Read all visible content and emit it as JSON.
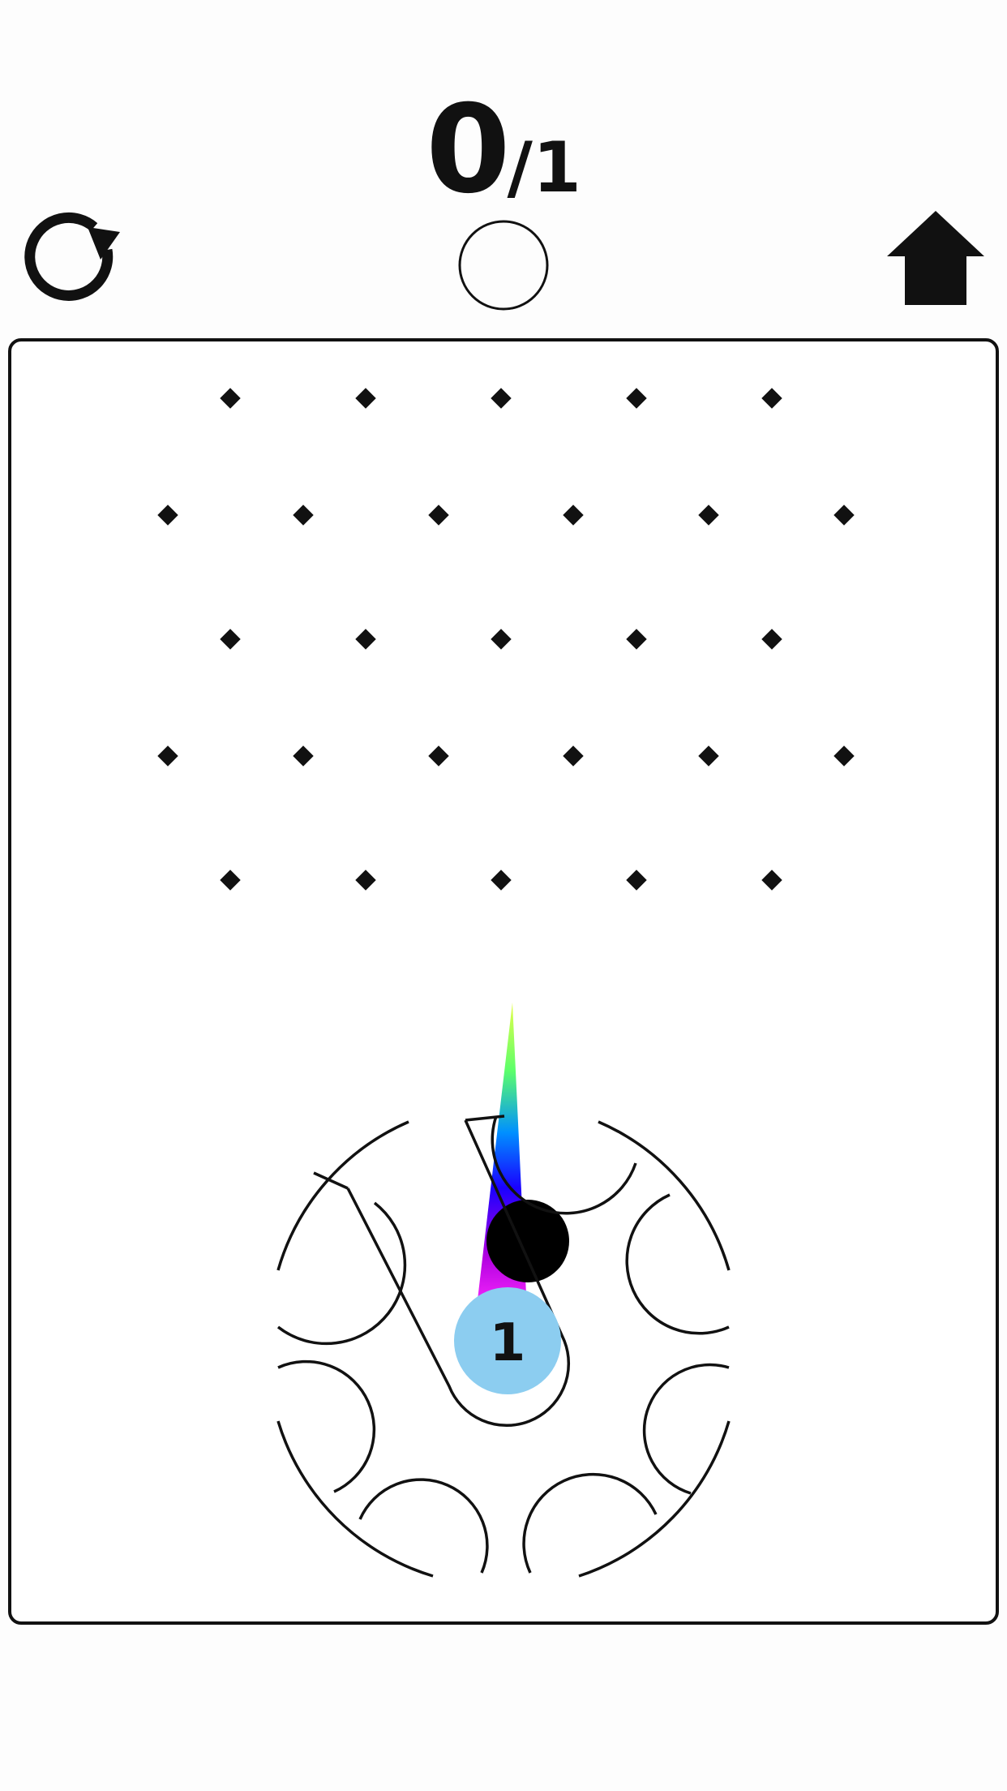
{
  "header": {
    "score_current": "0",
    "score_total": "1",
    "score_separator": "/"
  },
  "controls": {
    "restart_icon": "restart-icon",
    "home_icon": "home-icon",
    "target_icon": "empty-circle-icon"
  },
  "game": {
    "ball_count_label": "1",
    "colors": {
      "outline": "#111111",
      "ball": "#000000",
      "wheel_ball": "#8ccdf0",
      "trail": [
        "#ff2bff",
        "#7a00d8",
        "#0000ff",
        "#00a0ff",
        "#7dff5a",
        "#d6ff4a"
      ]
    }
  }
}
